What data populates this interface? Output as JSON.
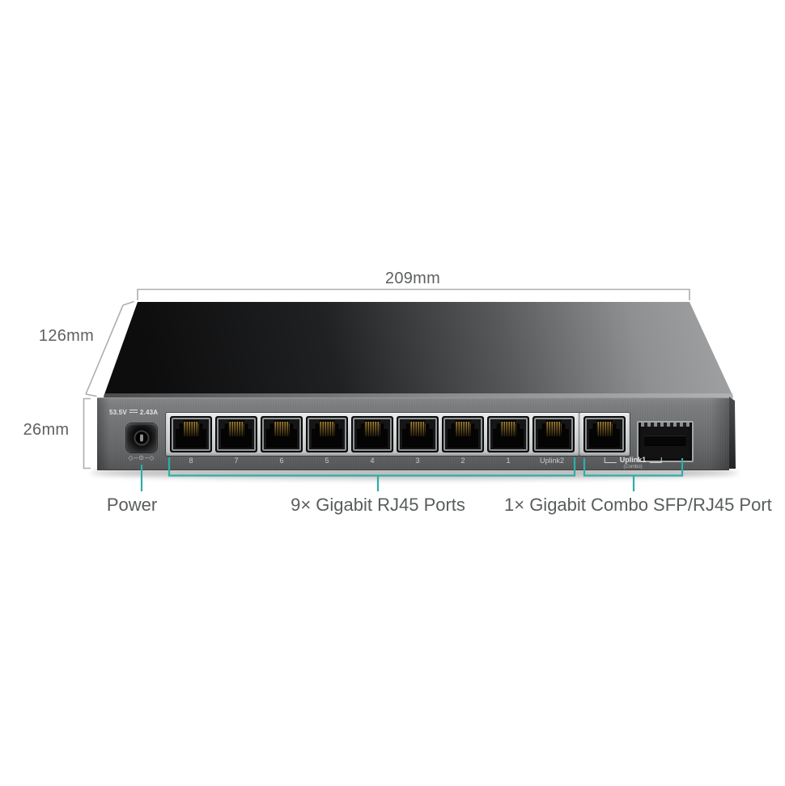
{
  "diagram": {
    "dimensions": {
      "width_label": "209mm",
      "depth_label": "126mm",
      "height_label": "26mm"
    },
    "callouts": {
      "power": "Power",
      "rj45_ports": "9× Gigabit RJ45 Ports",
      "combo_port": "1× Gigabit Combo SFP/RJ45 Port"
    }
  },
  "device": {
    "psu_voltage": "53.5V",
    "psu_current": "2.43A",
    "polarity_symbol": "◇–⊙–◇",
    "port_labels": [
      "8",
      "7",
      "6",
      "5",
      "4",
      "3",
      "2",
      "1"
    ],
    "uplink2_label": "Uplink2",
    "uplink1_label": "Uplink1",
    "combo_label": "(Combo)"
  },
  "colors": {
    "accent_teal": "#2fada8",
    "dimension_line": "#abafaf",
    "dimension_text": "#5d6062",
    "callout_text": "#595c5e"
  }
}
